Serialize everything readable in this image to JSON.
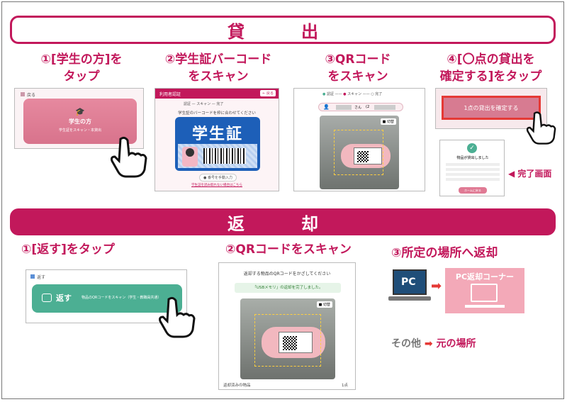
{
  "lend": {
    "title": "貸　出",
    "steps": [
      {
        "line1": "①[学生の方]を",
        "line2": "タップ"
      },
      {
        "line1": "②学生証バーコード",
        "line2": "をスキャン"
      },
      {
        "line1": "③QRコード",
        "line2": "をスキャン"
      },
      {
        "line1": "④[〇点の貸出を",
        "line2": "確定する]をタップ"
      }
    ],
    "screen1": {
      "back": "戻る",
      "card_title": "学生の方",
      "card_sub": "学生証をスキャン・本貸出"
    },
    "screen2": {
      "header": "利用者認証",
      "back_btn": "← 戻る",
      "progress": [
        "認証",
        "スキャン",
        "完了"
      ],
      "instruction": "学生証のバーコードを枠に合わせてください",
      "card_text": "学生証",
      "manual_btn": "● 番号を手動入力",
      "footer": "学生証を読み取れない場合はこちら"
    },
    "screen3": {
      "progress": [
        "認証",
        "スキャン",
        "完了"
      ],
      "user_suffix": "さん",
      "count": "(2",
      "switch": "■ 切替"
    },
    "screen4": {
      "confirm": "1点の貸出を確定する"
    },
    "done": {
      "text": "物品が貸出しました",
      "label": "◀ 完了画面",
      "btn": "ホームに戻る"
    }
  },
  "return": {
    "title": "返　却",
    "steps": [
      "①[返す]をタップ",
      "②QRコードをスキャン",
      "③所定の場所へ返却"
    ],
    "screen1": {
      "header": "返す",
      "btn_label": "返す",
      "btn_sub": "物品のQRコードをスキャン（学生・教職員共通）"
    },
    "screen2": {
      "title": "返却する物品のQRコードをかざしてください",
      "toast": "「USBメモリ」の返却を完了しました。",
      "switch": "■ 切替",
      "footer_left": "返却済みの物品",
      "footer_right": "1点"
    },
    "pc_label": "PC",
    "corner_label": "PC返却コーナー",
    "other": "その他",
    "other_dest": "元の場所"
  },
  "colors": {
    "accent": "#c2185b",
    "green": "#4caf93",
    "pink": "#f3a9b8"
  }
}
